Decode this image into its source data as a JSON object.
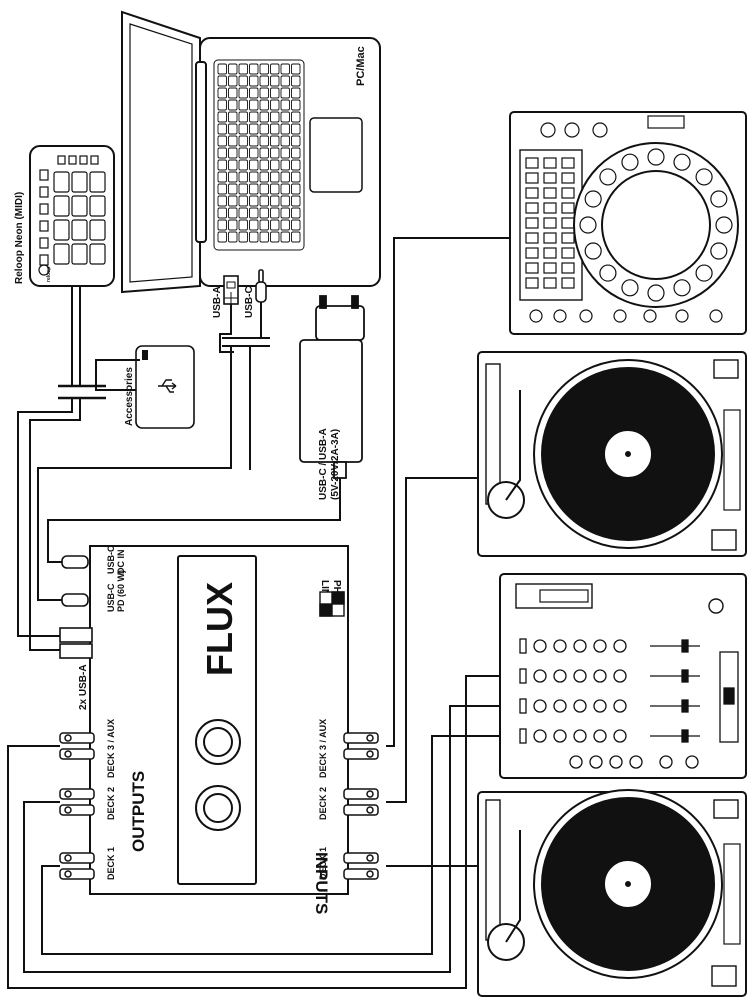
{
  "labels": {
    "midi_controller": "Reloop Neon (MIDI)",
    "midi_brand": "reloop",
    "computer": "PC/Mac",
    "usb_a": "USB-A",
    "usb_c": "USB-C",
    "accessories": "Accessories",
    "power_supply_line1": "USB-C / USB-A",
    "power_supply_line2": "(5V-20V/2A-3A)",
    "usb_c_dc_in_line1": "USB-C",
    "usb_c_dc_in_line2": "DC IN",
    "usb_c_pd_line1": "USB-C",
    "usb_c_pd_line2": "PD (60 W)",
    "usb_a_2x": "2x USB-A",
    "flux": "FLUX",
    "phono": "PHONO",
    "line": "LINE",
    "outputs": "OUTPUTS",
    "inputs": "INPUTS",
    "deck1": "DECK 1",
    "deck2": "DECK 2",
    "deck3_aux": "DECK 3 / AUX"
  },
  "colors": {
    "stroke": "#111111",
    "fill_dark": "#111111",
    "background": "#ffffff"
  }
}
